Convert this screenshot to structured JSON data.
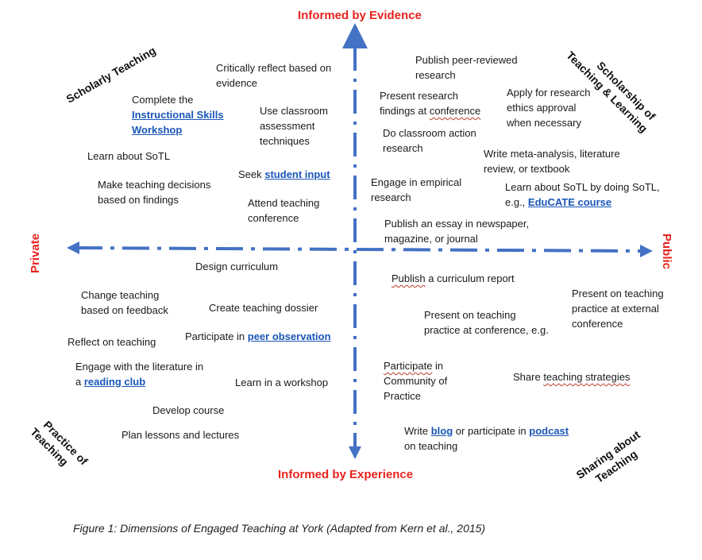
{
  "axes": {
    "top": "Informed by Evidence",
    "bottom": "Informed by Experience",
    "left": "Private",
    "right": "Public"
  },
  "quadrant_labels": {
    "top_left": "Scholarly Teaching",
    "top_right": {
      "line1": "Scholarship of",
      "line2": "Teaching & Learning"
    },
    "bottom_left": {
      "line1": "Practice of",
      "line2": "Teaching"
    },
    "bottom_right": {
      "line1": "Sharing about",
      "line2": "Teaching"
    }
  },
  "items": {
    "critically_reflect": {
      "line1": "Critically reflect based on",
      "line2": "evidence"
    },
    "complete_isw": {
      "line1": "Complete the",
      "link1": "Instructional Skills",
      "link2": "Workshop"
    },
    "classroom_assessment": {
      "line1": "Use classroom",
      "line2": "assessment",
      "line3": "techniques"
    },
    "learn_sotl": "Learn about SoTL",
    "seek_input": {
      "text": "Seek ",
      "link": "student input"
    },
    "teaching_decisions": {
      "line1": "Make teaching decisions",
      "line2": "based on findings"
    },
    "attend_conference": {
      "line1": "Attend teaching",
      "line2": "conference"
    },
    "publish_peer_reviewed": {
      "line1": "Publish peer-reviewed",
      "line2": "research"
    },
    "present_research": {
      "line1": "Present research",
      "line2a": "findings at ",
      "line2b": "conference"
    },
    "ethics_approval": {
      "line1": "Apply for research",
      "line2": "ethics approval",
      "line3": "when necessary"
    },
    "classroom_action": {
      "line1": "Do classroom action",
      "line2": "research"
    },
    "meta_analysis": {
      "line1": "Write meta-analysis, literature",
      "line2": "review, or textbook"
    },
    "empirical_research": {
      "line1": "Engage in empirical",
      "line2": "research"
    },
    "learn_sotl_doing": {
      "line1": "Learn about SoTL by doing SoTL,",
      "line2": "e.g., ",
      "link": "EduCATE course"
    },
    "publish_essay": {
      "line1": "Publish an essay in newspaper,",
      "line2": "magazine, or journal"
    },
    "design_curriculum": "Design curriculum",
    "change_teaching": {
      "line1": "Change teaching",
      "line2": "based on feedback"
    },
    "teaching_dossier": "Create teaching dossier",
    "reflect_teaching": "Reflect on teaching",
    "peer_observation": {
      "text": "Participate in ",
      "link": "peer observation"
    },
    "reading_club": {
      "line1": "Engage with the literature in",
      "line2": "a ",
      "link": "reading club"
    },
    "workshop": "Learn in a workshop",
    "develop_course": "Develop course",
    "plan_lessons": "Plan lessons and lectures",
    "curriculum_report": {
      "wavy": "Publish",
      "rest": " a curriculum report"
    },
    "present_conference": {
      "line1": "Present on teaching",
      "line2": "practice at conference, e.g."
    },
    "present_external": {
      "line1": "Present on teaching",
      "line2": "practice at external",
      "line3": "conference"
    },
    "community_practice": {
      "wavy": "Participate",
      "rest": " in",
      "line2": "Community of",
      "line3": "Practice"
    },
    "share_strategies": {
      "text": "Share ",
      "wavy": "teaching strategies"
    },
    "blog_podcast": {
      "text1": "Write ",
      "link1": "blog",
      "text2": " or participate in ",
      "link2": "podcast",
      "line2": "on teaching"
    }
  },
  "caption": "Figure 1: Dimensions of Engaged Teaching at York (Adapted from Kern et al., 2015)",
  "colors": {
    "axis": "#4472c4",
    "axis_label": "#e8231e",
    "link": "#1a56b8"
  }
}
